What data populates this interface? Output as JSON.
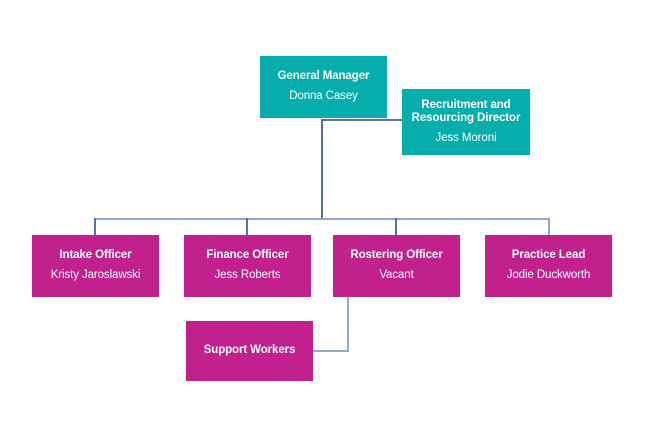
{
  "chart_data": {
    "type": "diagram",
    "diagram_type": "organizational-chart",
    "title": "",
    "background": "#FFFFFF",
    "colors": {
      "executive_box": "#05ADAC",
      "staff_box": "#C2208D",
      "connector": "#4F74AC",
      "connector_light": "#8EA8CE",
      "box_text": "#FFFFFF"
    },
    "nodes": [
      {
        "id": "general-manager",
        "title": "General Manager",
        "person": "Donna Casey",
        "color": "#05ADAC",
        "level": 0
      },
      {
        "id": "recruitment-director",
        "title": "Recruitment and\nResourcing Director",
        "person": "Jess Moroni",
        "color": "#05ADAC",
        "level": 1
      },
      {
        "id": "intake-officer",
        "title": "Intake Officer",
        "person": "Kristy Jaroslawski",
        "color": "#C2208D",
        "level": 2
      },
      {
        "id": "finance-officer",
        "title": "Finance Officer",
        "person": "Jess Roberts",
        "color": "#C2208D",
        "level": 2
      },
      {
        "id": "rostering-officer",
        "title": "Rostering Officer",
        "person": "Vacant",
        "color": "#C2208D",
        "level": 2
      },
      {
        "id": "practice-lead",
        "title": "Practice Lead",
        "person": "Jodie Duckworth",
        "color": "#C2208D",
        "level": 2
      },
      {
        "id": "support-workers",
        "title": "Support Workers",
        "person": "",
        "color": "#C2208D",
        "level": 3
      }
    ],
    "edges": [
      {
        "from": "general-manager",
        "to": "recruitment-director"
      },
      {
        "from": "general-manager",
        "to": "intake-officer"
      },
      {
        "from": "general-manager",
        "to": "finance-officer"
      },
      {
        "from": "general-manager",
        "to": "rostering-officer"
      },
      {
        "from": "general-manager",
        "to": "practice-lead"
      },
      {
        "from": "rostering-officer",
        "to": "support-workers"
      }
    ]
  },
  "nodes": {
    "general_manager": {
      "title": "General Manager",
      "person": "Donna Casey"
    },
    "recruitment_director": {
      "title": "Recruitment and\nResourcing Director",
      "person": "Jess Moroni"
    },
    "intake_officer": {
      "title": "Intake Officer",
      "person": "Kristy Jaroslawski"
    },
    "finance_officer": {
      "title": "Finance Officer",
      "person": "Jess Roberts"
    },
    "rostering_officer": {
      "title": "Rostering Officer",
      "person": "Vacant"
    },
    "practice_lead": {
      "title": "Practice Lead",
      "person": "Jodie Duckworth"
    },
    "support_workers": {
      "title": "Support Workers"
    }
  }
}
